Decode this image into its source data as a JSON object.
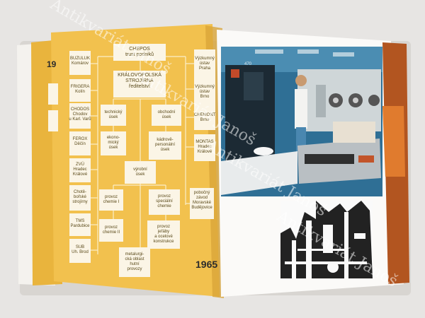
{
  "book": {
    "year_right": "1965",
    "year_left_edge": "19",
    "chart": {
      "top": "CHEPOS\ntrust podniků",
      "second": "KRÁLOVOPOLSKÁ\nSTROJÍRNA\nředitelství",
      "left_column": [
        "BUZULUK\nKomárov",
        "FRIGERA\nKolín",
        "CHODOS\nChodov\nu Karl. Varů",
        "FEROX\nDěčín",
        "ZVÚ\nHradec\nKrálové",
        "Chotě-\nbořské\nstrojírny",
        "TMS\nPardubice",
        "SUB\nUh. Brod"
      ],
      "middle_left": [
        "technický\núsek",
        "ekono-\nmický\núsek",
        "provoz\nchemie I",
        "provoz\nchemie II"
      ],
      "middle_right": [
        "obchodní\núsek",
        "kádrově-\npersonální\núsek",
        "provoz\nspeciální\nchemie",
        "provoz\njeřáby\na ocelové\nkonstrukce"
      ],
      "center": "výrobní\núsek",
      "bottom": "metalurgi-\ncká oblast\nhutní\nprovozy",
      "right_column": [
        "Výzkumný\nústav\nPraha",
        "Výzkumný\nústav\nBrno",
        "CHEMONT\nBrno",
        "MONTAS\nHradec\nKrálové",
        "pobočný\nzávod\nMoravské\nBudějovice"
      ]
    },
    "photo_panel_text": "470"
  },
  "watermark": [
    "Antikvariát Janoš",
    "Antikvariát Janoš",
    "Antikvariát Janoš",
    "Antikvariát Janoš"
  ],
  "colors": {
    "page_yellow": "#f2c14e",
    "box": "#fbf5e6",
    "line": "#fbeec9",
    "photo_blue": "#2f6f95"
  }
}
